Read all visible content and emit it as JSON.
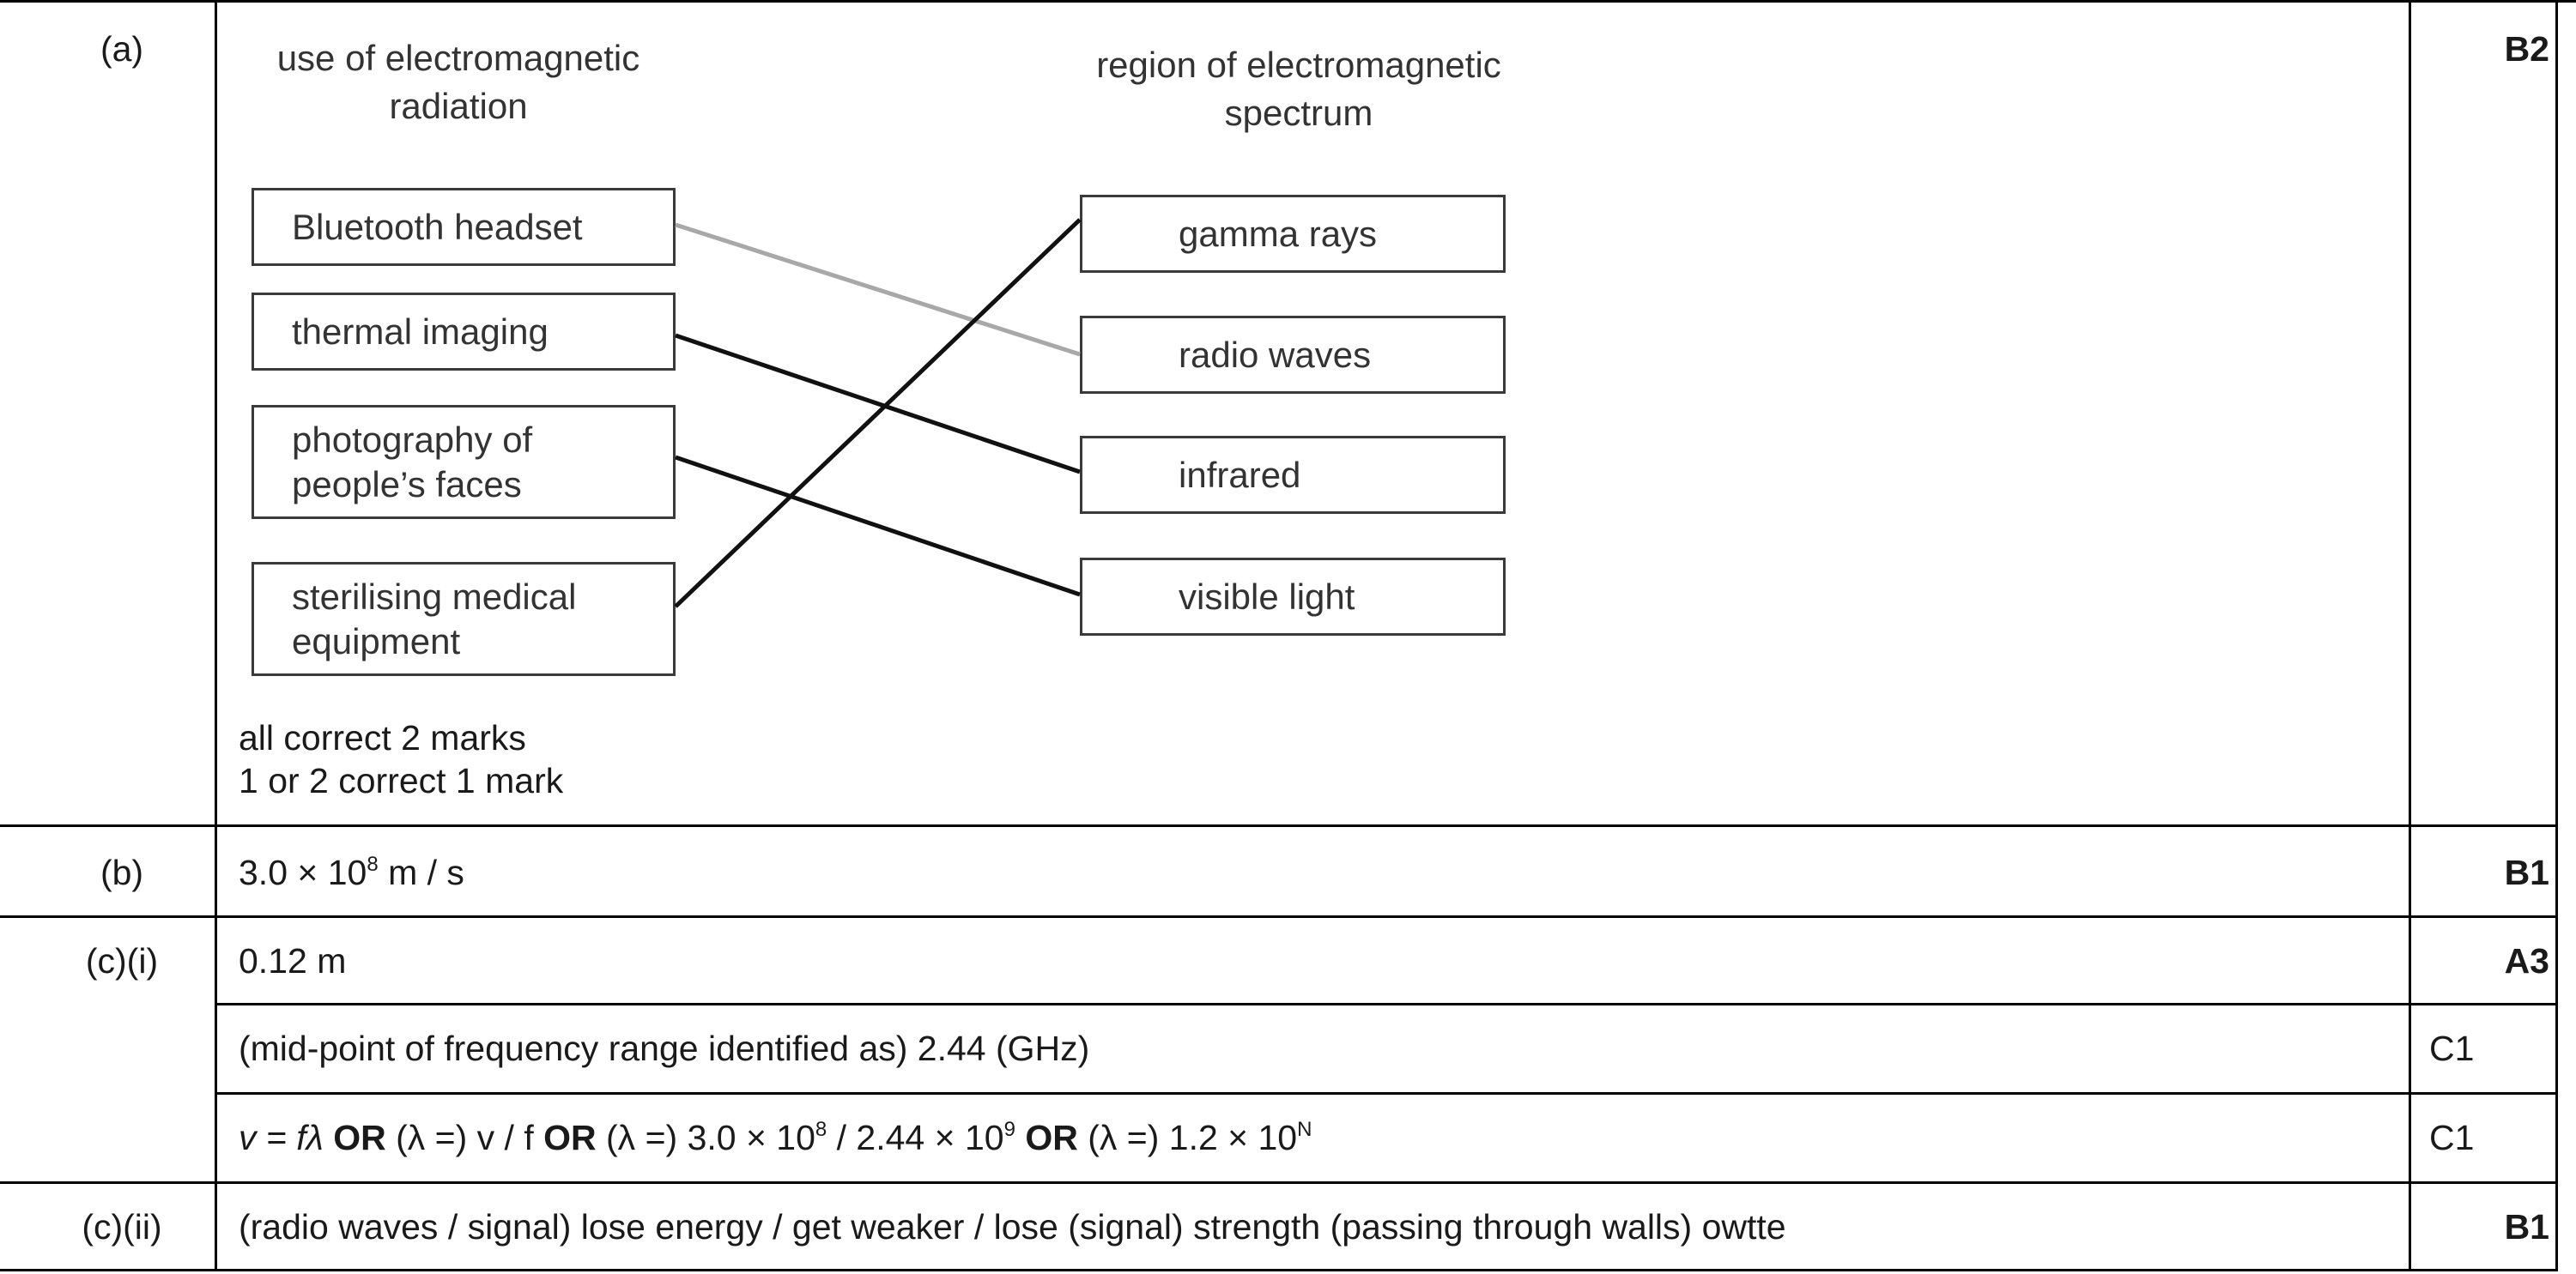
{
  "rows": {
    "a": {
      "label": "(a)",
      "mark": "B2",
      "left_header": [
        "use of electromagnetic",
        "radiation"
      ],
      "right_header": [
        "region of electromagnetic",
        "spectrum"
      ],
      "uses": [
        {
          "lines": [
            "Bluetooth headset"
          ]
        },
        {
          "lines": [
            "thermal imaging"
          ]
        },
        {
          "lines": [
            "photography of",
            "people’s faces"
          ]
        },
        {
          "lines": [
            "sterilising medical",
            "equipment"
          ]
        }
      ],
      "regions": [
        "gamma rays",
        "radio waves",
        "infrared",
        "visible light"
      ],
      "matches": [
        {
          "use": "Bluetooth headset",
          "region": "radio waves",
          "color": "#a8a8a8"
        },
        {
          "use": "thermal imaging",
          "region": "infrared",
          "color": "#111111"
        },
        {
          "use": "photography of people’s faces",
          "region": "visible light",
          "color": "#111111"
        },
        {
          "use": "sterilising medical equipment",
          "region": "gamma rays",
          "color": "#111111"
        }
      ],
      "guidance": [
        "all correct 2 marks",
        "1 or 2 correct 1 mark"
      ]
    },
    "b": {
      "label": "(b)",
      "answer_base": "3.0 × 10",
      "answer_exp": "8",
      "answer_unit": " m / s",
      "mark": "B1"
    },
    "ci": {
      "label": "(c)(i)",
      "answer": "0.12 m",
      "mark": "A3",
      "sub1_text": "(mid-point of frequency range identified as) 2.44 (GHz)",
      "sub1_mark": "C1",
      "sub2": {
        "eq1": "v = fλ",
        "or": "OR",
        "p1": "(λ =) v / f",
        "p2a": "(λ =) 3.0 × 10",
        "p2a_exp": "8",
        "p2b": " / 2.44 × 10",
        "p2b_exp": "9",
        "p3": "(λ =) 1.2 × 10",
        "p3_exp": "N"
      },
      "sub2_mark": "C1"
    },
    "cii": {
      "label": "(c)(ii)",
      "answer": "(radio waves / signal) lose energy / get weaker / lose (signal) strength (passing through walls) owtte",
      "mark": "B1"
    }
  }
}
